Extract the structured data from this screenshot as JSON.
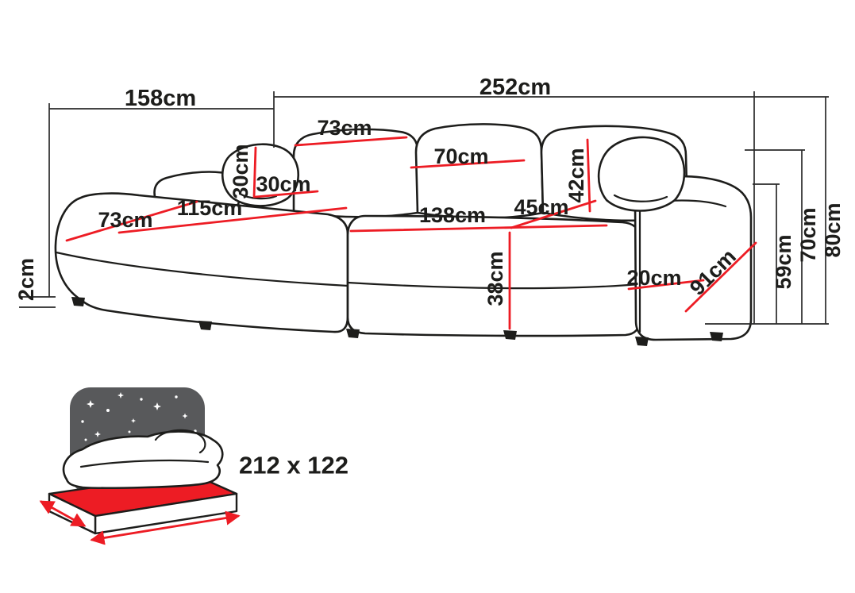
{
  "colors": {
    "outline": "#1d1d1b",
    "dimension_red": "#ed1c24",
    "icon_gray": "#58595b",
    "background": "#ffffff"
  },
  "dims": {
    "chaise_section_width": "158cm",
    "total_width": "252cm",
    "back_cushion_left_width": "73cm",
    "back_cushion_center_width": "70cm",
    "corner_pillow_height": "30cm",
    "corner_pillow_width": "30cm",
    "backrest_cushion_height": "42cm",
    "chaise_seat_width": "73cm",
    "chaise_seat_length": "115cm",
    "seat_length": "138cm",
    "seat_depth_upper": "45cm",
    "seat_height": "38cm",
    "armrest_width": "20cm",
    "sofa_depth": "91cm",
    "seat_back_height": "59cm",
    "armrest_height": "70cm",
    "total_height": "80cm",
    "feet_height": "2cm"
  },
  "sleeping": {
    "bed_size": "212 x 122"
  }
}
